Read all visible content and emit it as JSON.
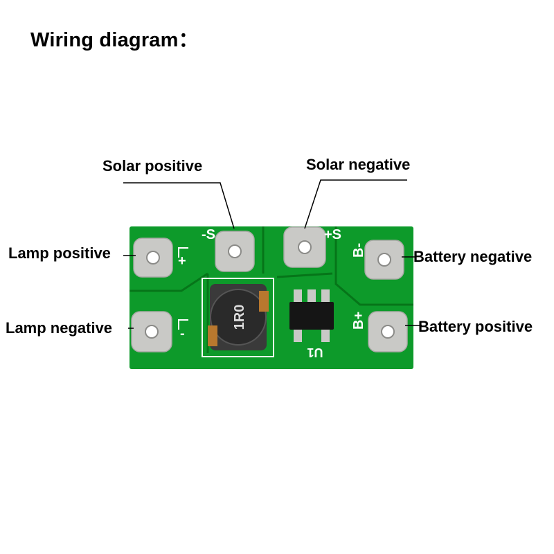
{
  "title": "Wiring diagram：",
  "labels": {
    "solar_positive": "Solar positive",
    "solar_negative": "Solar negative",
    "lamp_positive": "Lamp positive",
    "lamp_negative": "Lamp negative",
    "battery_negative": "Battery negative",
    "battery_positive": "Battery positive"
  },
  "silkscreen": {
    "s_minus": "-S",
    "s_plus": "+S",
    "l_plus": "+",
    "l_minus": "-",
    "b_minus": "B-",
    "b_plus": "B+",
    "u1": "U1",
    "inductor": "1R0"
  },
  "colors": {
    "pcb": "#0d9a2a",
    "pcb_dark": "#077a1e",
    "pad": "#c9c9c6",
    "silk": "#ffffff"
  }
}
